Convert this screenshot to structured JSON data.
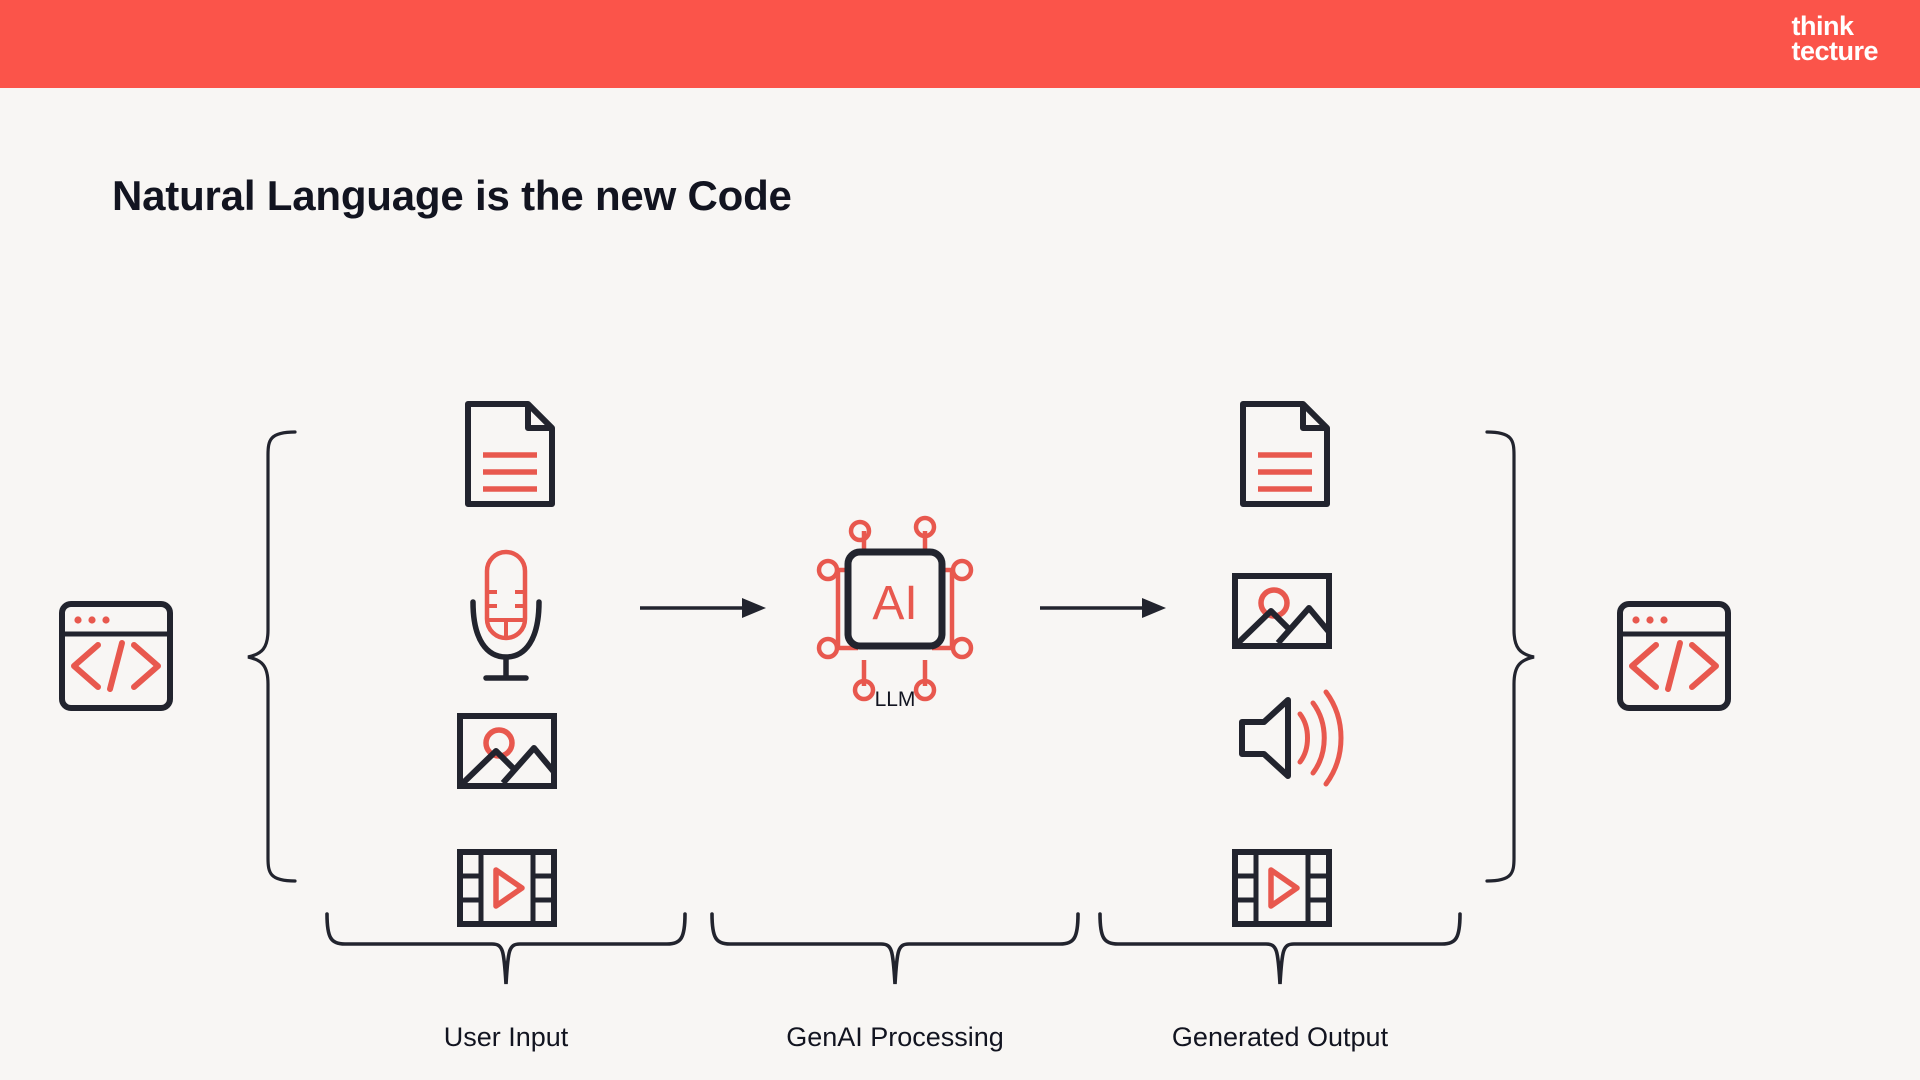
{
  "banner": {
    "background_color": "#FB544A",
    "logo": {
      "line1": "think",
      "line2": "tecture",
      "color": "#FFFFFF"
    }
  },
  "page": {
    "background_color": "#F8F6F4",
    "title": "Natural Language is the new Code",
    "title_color": "#121420"
  },
  "palette": {
    "accent_red": "#E8584E",
    "dark": "#22242E",
    "line": "#22242E"
  },
  "diagram": {
    "left_code_icon": {
      "name": "code-window-icon",
      "symbol": "</>"
    },
    "right_code_icon": {
      "name": "code-window-icon",
      "symbol": "</>"
    },
    "processor": {
      "chip_text": "AI",
      "label": "LLM"
    },
    "input_icons": [
      {
        "name": "document-icon",
        "label": "document"
      },
      {
        "name": "microphone-icon",
        "label": "microphone"
      },
      {
        "name": "image-icon",
        "label": "image"
      },
      {
        "name": "video-icon",
        "label": "video"
      }
    ],
    "output_icons": [
      {
        "name": "document-icon",
        "label": "document"
      },
      {
        "name": "image-icon",
        "label": "image"
      },
      {
        "name": "speaker-icon",
        "label": "speaker"
      },
      {
        "name": "video-icon",
        "label": "video"
      }
    ],
    "group_labels": [
      {
        "name": "user-input-label",
        "text": "User Input"
      },
      {
        "name": "genai-processing-label",
        "text": "GenAI Processing"
      },
      {
        "name": "generated-output-label",
        "text": "Generated Output"
      }
    ],
    "arrows": [
      {
        "name": "arrow-input-to-llm"
      },
      {
        "name": "arrow-llm-to-output"
      }
    ]
  }
}
